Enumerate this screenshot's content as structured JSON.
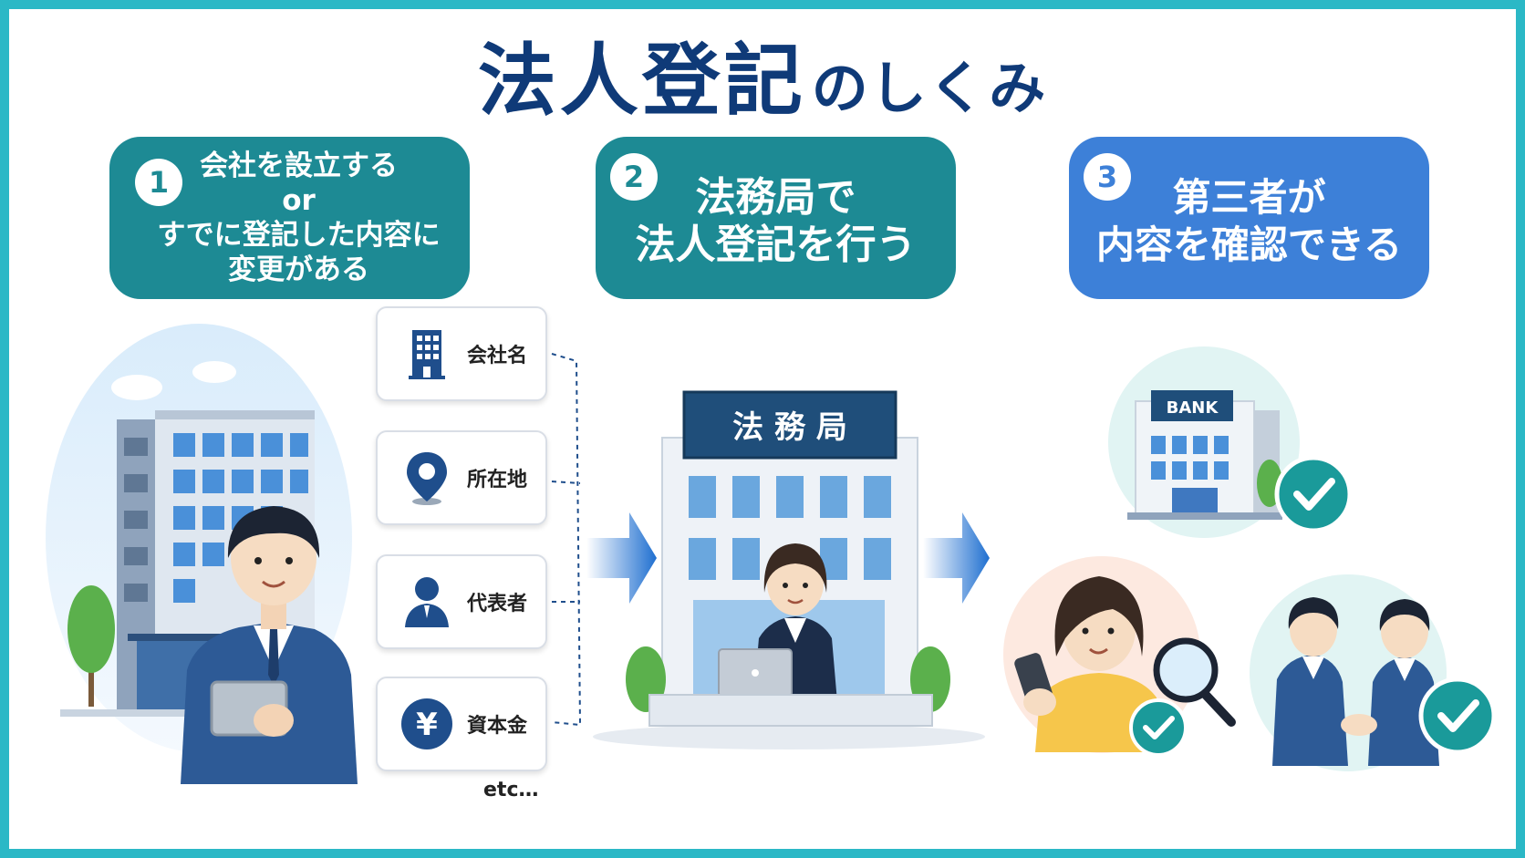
{
  "title": {
    "main": "法人登記",
    "sub": "のしくみ"
  },
  "steps": [
    {
      "number": "1",
      "lines": [
        "会社を設立する",
        "or",
        "すでに登記した内容に",
        "変更がある"
      ]
    },
    {
      "number": "2",
      "lines": [
        "法務局で",
        "法人登記を行う"
      ]
    },
    {
      "number": "3",
      "lines": [
        "第三者が",
        "内容を確認できる"
      ]
    }
  ],
  "info_items": [
    {
      "label": "会社名",
      "icon": "building-icon"
    },
    {
      "label": "所在地",
      "icon": "location-pin-icon"
    },
    {
      "label": "代表者",
      "icon": "person-icon"
    },
    {
      "label": "資本金",
      "icon": "yen-icon",
      "glyph": "¥"
    }
  ],
  "etc": "etc…",
  "office_sign": "法 務 局",
  "bank_sign": "BANK",
  "colors": {
    "frame": "#2bb8c6",
    "title": "#0f3a78",
    "step_teal": "#1d8a94",
    "step_blue": "#3d80d8",
    "icon_navy": "#1f4e8c",
    "check": "#1a9a9a"
  }
}
